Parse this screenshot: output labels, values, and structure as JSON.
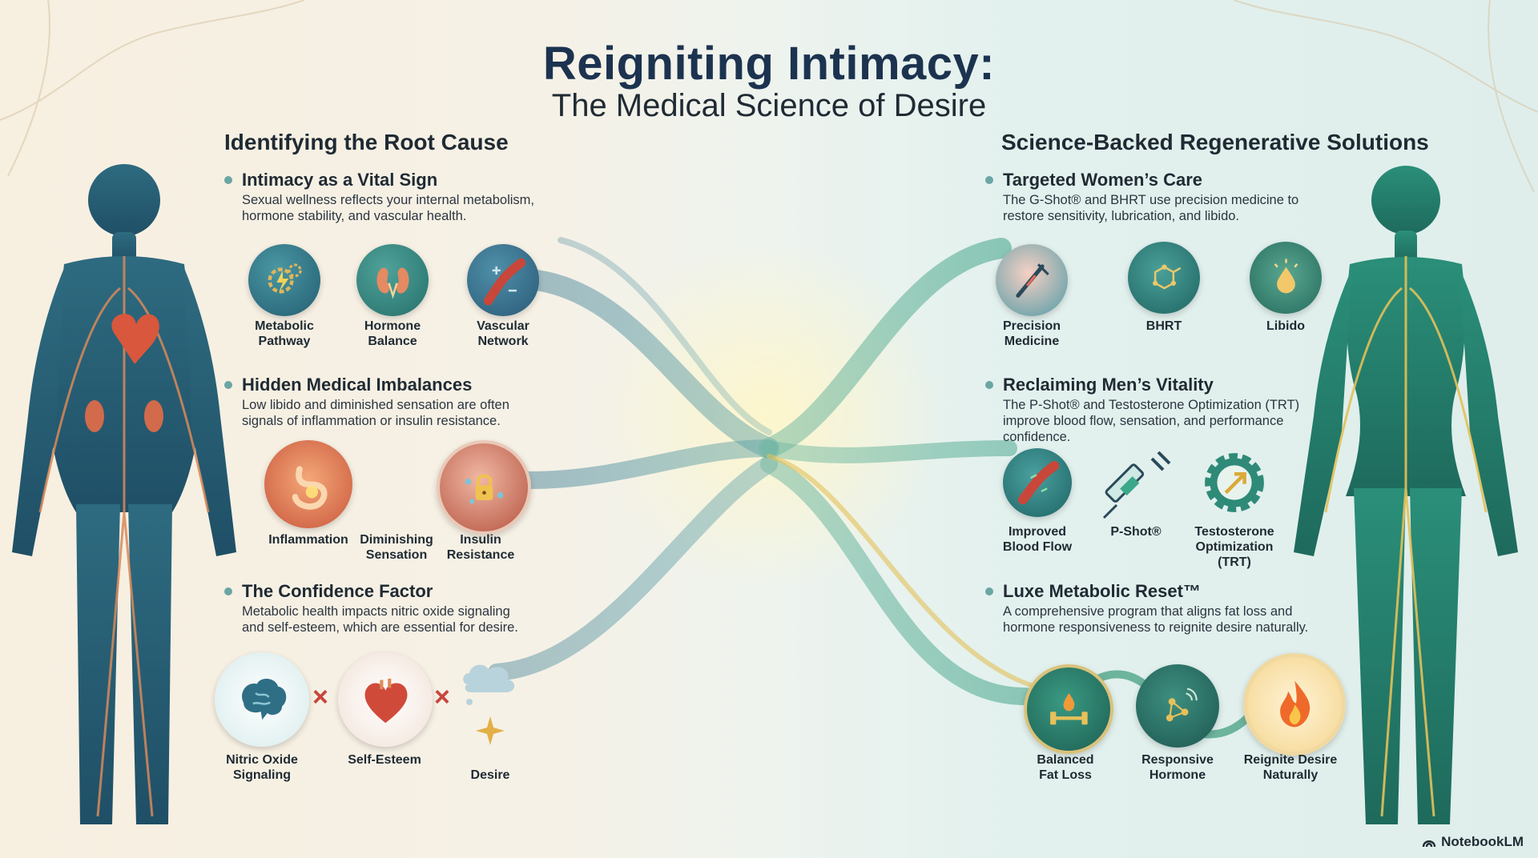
{
  "title": "Reigniting Intimacy:",
  "subtitle": "The Medical Science of Desire",
  "left": {
    "heading": "Identifying the Root Cause",
    "sections": [
      {
        "title": "Intimacy as a Vital Sign",
        "body": [
          "Sexual wellness reflects your internal metabolism,",
          "hormone stability, and vascular health."
        ],
        "icons": [
          {
            "label": [
              "Metabolic",
              "Pathway"
            ],
            "icon": "gears-lightning-icon"
          },
          {
            "label": [
              "Hormone",
              "Balance"
            ],
            "icon": "kidneys-icon"
          },
          {
            "label": [
              "Vascular",
              "Network"
            ],
            "icon": "blood-vessel-icon"
          }
        ]
      },
      {
        "title": "Hidden Medical Imbalances",
        "body": [
          "Low libido and diminished sensation are often",
          "signals of inflammation or insulin resistance."
        ],
        "icons": [
          {
            "label": [
              "Inflammation"
            ],
            "icon": "inflamed-stomach-icon"
          },
          {
            "label": [
              "Diminishing",
              "Sensation"
            ],
            "icon": ""
          },
          {
            "label": [
              "Insulin",
              "Resistance"
            ],
            "icon": "padlock-cell-icon"
          }
        ]
      },
      {
        "title": "The Confidence Factor",
        "body": [
          "Metabolic health impacts nitric oxide signaling",
          "and self-esteem, which are essential for desire."
        ],
        "icons": [
          {
            "label": [
              "Nitric Oxide",
              "Signaling"
            ],
            "icon": "brain-icon"
          },
          {
            "label": [
              "Self-Esteem"
            ],
            "icon": "heart-icon"
          },
          {
            "label": [
              "Desire"
            ],
            "icon": "cloud-spark-icon"
          }
        ]
      }
    ]
  },
  "right": {
    "heading": "Science-Backed Regenerative Solutions",
    "sections": [
      {
        "title": "Targeted Women’s Care",
        "body": [
          "The G-Shot® and BHRT use precision medicine to",
          "restore sensitivity, lubrication, and libido."
        ],
        "icons": [
          {
            "label": [
              "Precision",
              "Medicine"
            ],
            "icon": "syringe-tissue-icon"
          },
          {
            "label": [
              "BHRT"
            ],
            "icon": "molecule-icon"
          },
          {
            "label": [
              "Libido"
            ],
            "icon": "droplet-glow-icon"
          }
        ]
      },
      {
        "title": "Reclaiming Men’s Vitality",
        "body": [
          "The P-Shot® and Testosterone Optimization (TRT)",
          "improve blood flow, sensation, and performance",
          "confidence."
        ],
        "icons": [
          {
            "label": [
              "Improved",
              "Blood Flow"
            ],
            "icon": "blood-vessel-icon"
          },
          {
            "label": [
              "P-Shot®"
            ],
            "icon": "syringe-icon"
          },
          {
            "label": [
              "Testosterone",
              "Optimization",
              "(TRT)"
            ],
            "icon": "gear-arrow-icon"
          }
        ]
      },
      {
        "title": "Luxe Metabolic Reset™",
        "body": [
          "A comprehensive program that aligns fat loss and",
          "hormone responsiveness to reignite desire naturally."
        ],
        "icons": [
          {
            "label": [
              "Balanced",
              "Fat Loss"
            ],
            "icon": "dumbbell-flame-icon"
          },
          {
            "label": [
              "Responsive",
              "Hormone"
            ],
            "icon": "molecule-signal-icon"
          },
          {
            "label": [
              "Reignite Desire",
              "Naturally"
            ],
            "icon": "flame-icon"
          }
        ]
      }
    ]
  },
  "brand": "NotebookLM",
  "colors": {
    "left_accent": "#2c6f86",
    "right_accent": "#2f9a7c",
    "title": "#1c3350",
    "cross": "#c7453b"
  }
}
